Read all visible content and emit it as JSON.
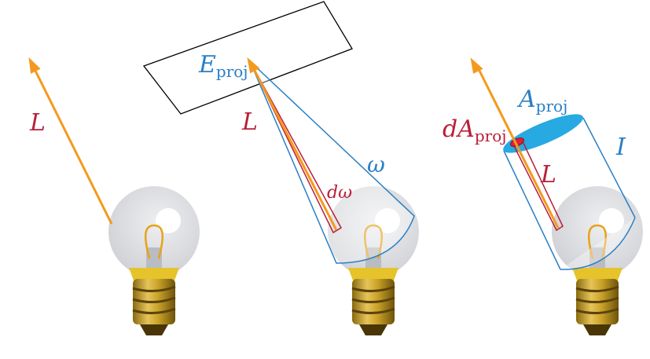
{
  "labels": {
    "left_radiance": "L",
    "middle_irradiance_main": "E",
    "middle_irradiance_sub": "proj",
    "middle_radiance": "L",
    "middle_solid_angle": "ω",
    "middle_diff_solid_angle": "dω",
    "right_area_main": "A",
    "right_area_sub": "proj",
    "right_diff_area_main": "dA",
    "right_diff_area_sub": "proj",
    "right_radiance": "L",
    "right_intensity": "I"
  },
  "colors": {
    "orange_ray": "#f39a1e",
    "red": "#b8203a",
    "blue": "#2a7fc4",
    "cyan_disk": "#27a9e1",
    "bulb_glass": "#dcdde0",
    "bulb_base": "#c9a227"
  }
}
